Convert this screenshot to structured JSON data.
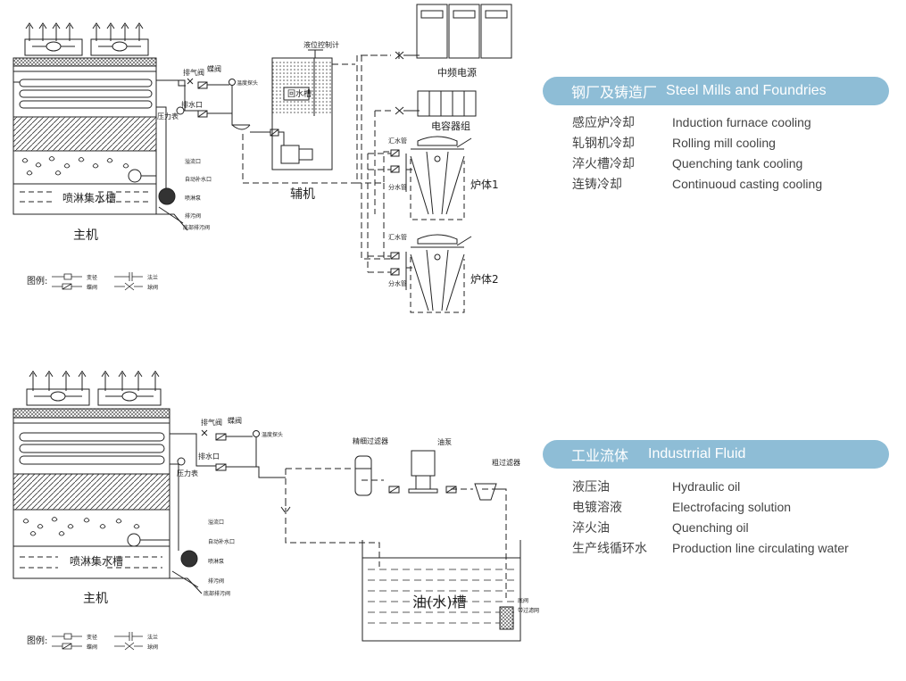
{
  "diagram1": {
    "main_unit": "主机",
    "legend_title": "图例:",
    "legend_items": [
      "变径",
      "法兰",
      "蝶阀",
      "球阀"
    ],
    "labels": {
      "exhaust_valve": "排气阀",
      "butterfly_valve": "蝶阀",
      "temp_probe": "温度探头",
      "discharge": "排水口",
      "pressure_gauge": "压力表",
      "overflow": "溢流口",
      "auto_fill": "自动补水口",
      "spray_pump": "喷淋泵",
      "drain_valve": "排污阀",
      "bottom_drain": "底部排污阀",
      "spray_tank": "喷淋集水槽",
      "level_controller": "液位控制计",
      "return_tank": "回水槽",
      "auxiliary": "辅机",
      "mf_power": "中频电源",
      "capacitor": "电容器组",
      "collector_1": "汇水管",
      "distributor_1": "分水管",
      "furnace_1": "炉体1",
      "collector_2": "汇水管",
      "distributor_2": "分水管",
      "furnace_2": "炉体2"
    }
  },
  "diagram2": {
    "main_unit": "主机",
    "legend_title": "图例:",
    "legend_items": [
      "变径",
      "法兰",
      "蝶阀",
      "球阀"
    ],
    "labels": {
      "exhaust_valve": "排气阀",
      "butterfly_valve": "蝶阀",
      "temp_probe": "温度探头",
      "discharge": "排水口",
      "pressure_gauge": "压力表",
      "overflow": "溢流口",
      "auto_fill": "自动补水口",
      "spray_pump": "喷淋泵",
      "drain_valve": "排污阀",
      "bottom_drain": "底部排污阀",
      "spray_tank": "喷淋集水槽",
      "fine_filter": "精细过滤器",
      "oil_pump": "油泵",
      "coarse_filter": "粗过滤器",
      "oil_tank": "油(水)槽",
      "foot_valve": "底阀",
      "filter_valve": "带过滤网"
    }
  },
  "section1": {
    "title_cn": "钢厂及铸造厂",
    "title_en": "Steel Mills and Foundries",
    "items": [
      {
        "cn": "感应炉冷却",
        "en": "Induction furnace cooling"
      },
      {
        "cn": "轧钢机冷却",
        "en": "Rolling mill cooling"
      },
      {
        "cn": "淬火槽冷却",
        "en": "Quenching tank cooling"
      },
      {
        "cn": "连铸冷却",
        "en": "Continuoud casting cooling"
      }
    ]
  },
  "section2": {
    "title_cn": "工业流体",
    "title_en": "Industrrial Fluid",
    "items": [
      {
        "cn": "液压油",
        "en": "Hydraulic oil"
      },
      {
        "cn": "电镀溶液",
        "en": "Electrofacing solution"
      },
      {
        "cn": "淬火油",
        "en": "Quenching oil"
      },
      {
        "cn": "生产线循环水",
        "en": "Production line circulating water"
      }
    ]
  },
  "colors": {
    "pill": "#8ebdd6",
    "ink": "#222222",
    "text": "#444444"
  }
}
